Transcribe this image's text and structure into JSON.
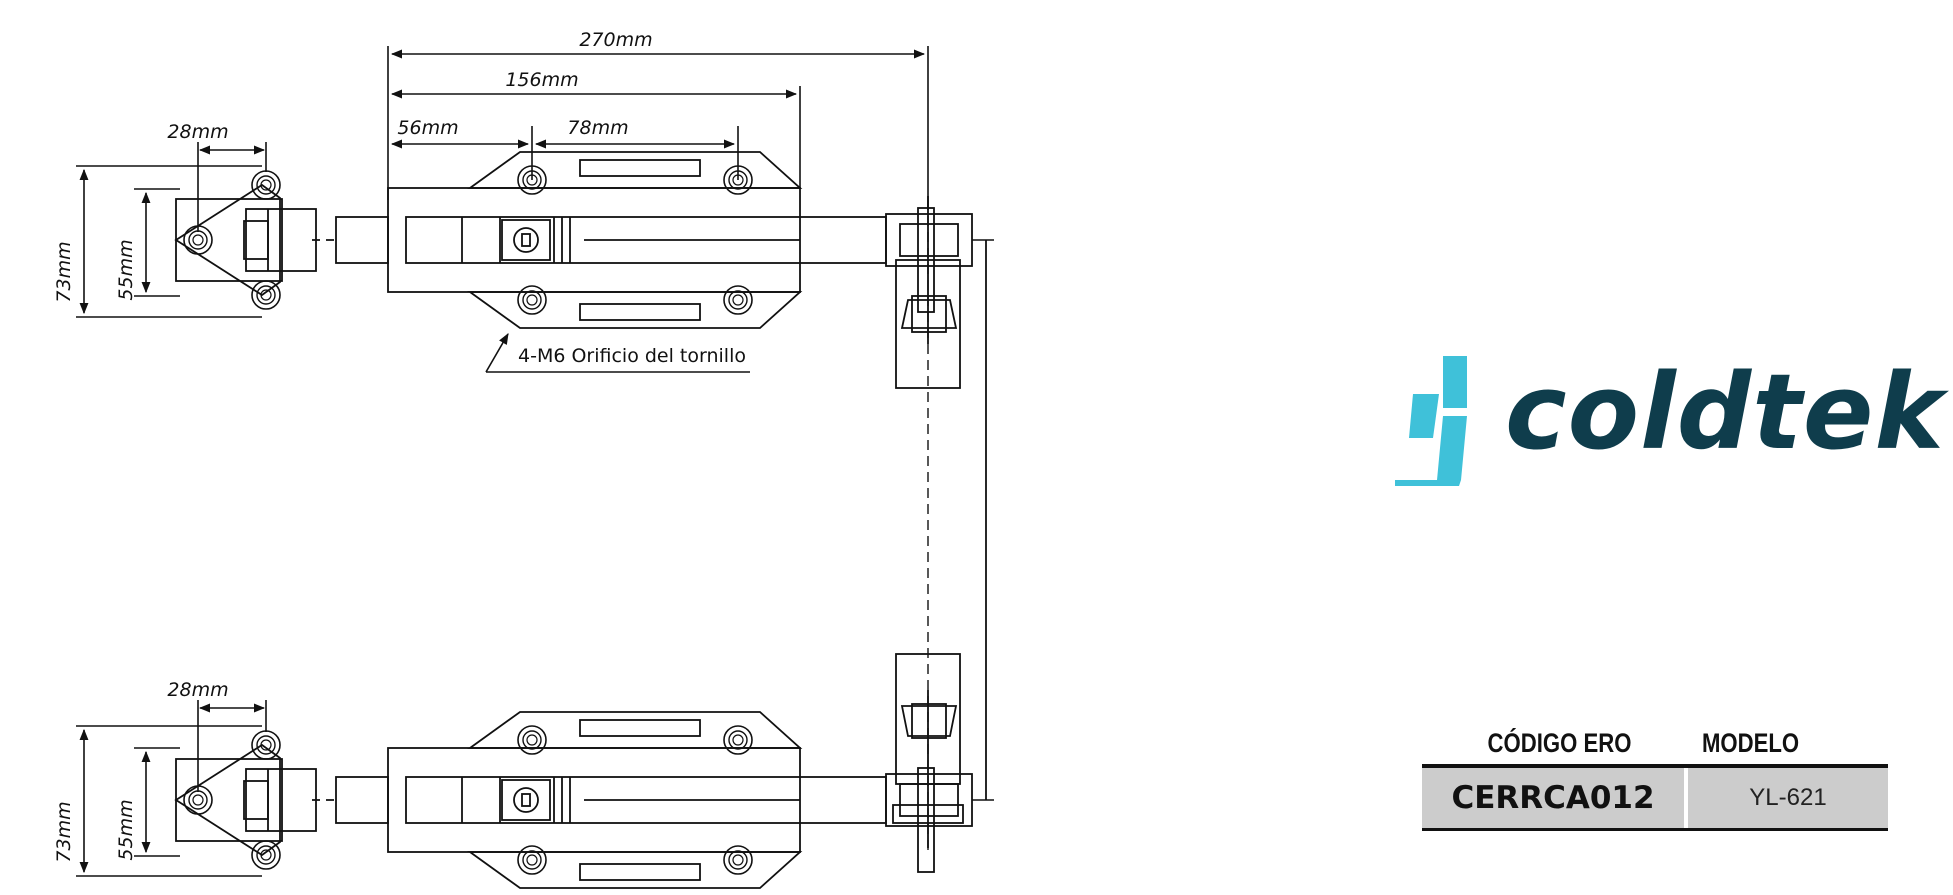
{
  "drawing": {
    "dim_total": "270mm",
    "dim_body": "156mm",
    "dim_offset": "56mm",
    "dim_holes": "78mm",
    "dim_keeper_width": "28mm",
    "dim_keeper_height_outer": "73mm",
    "dim_keeper_height_inner": "55mm",
    "note_holes": "4-M6 Orificio del tornillo"
  },
  "logo": {
    "text": "coldtek",
    "text_color": "#0f3d4c",
    "mark_color": "#3fc1d9"
  },
  "spec_table": {
    "col_code_label": "CÓDIGO ERO",
    "col_model_label": "MODELO",
    "code": "CERRCA012",
    "model": "YL-621",
    "row_bg": "#cccccc"
  }
}
